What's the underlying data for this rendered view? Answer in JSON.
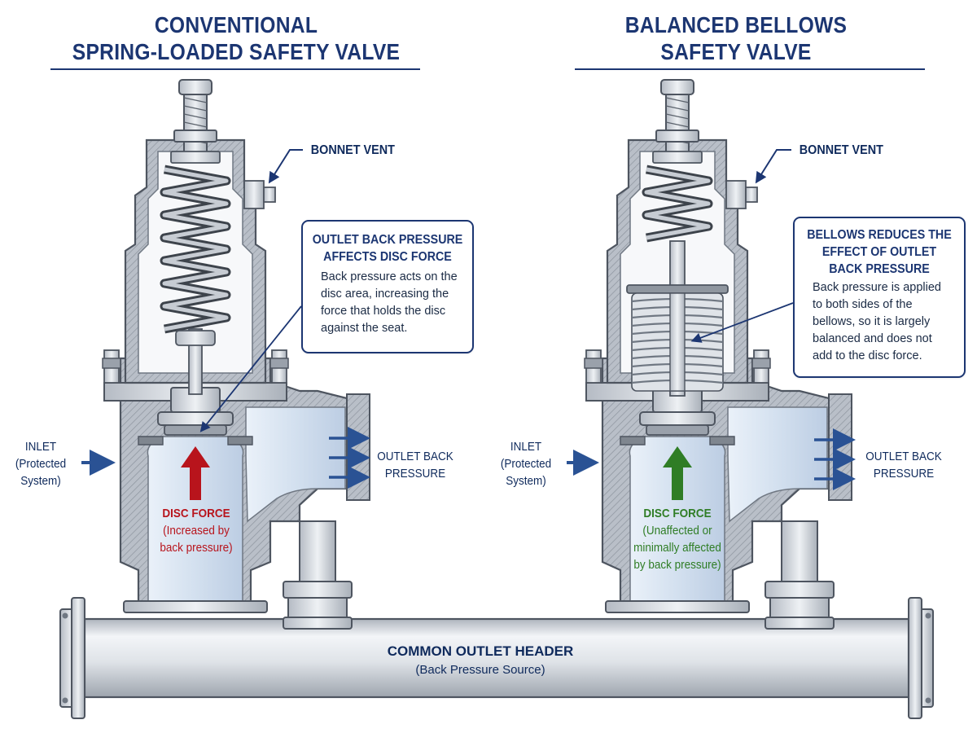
{
  "left_panel": {
    "title": [
      "CONVENTIONAL",
      "SPRING-LOADED SAFETY VALVE"
    ],
    "bonnet_vent": "BONNET VENT",
    "inlet": [
      "INLET",
      "(Protected",
      "System)"
    ],
    "outlet": [
      "OUTLET BACK",
      "PRESSURE"
    ],
    "callout": {
      "heading": [
        "OUTLET BACK PRESSURE",
        "AFFECTS DISC FORCE"
      ],
      "body": [
        "Back pressure acts on the",
        "disc area, increasing the",
        "force that holds the disc",
        "against the seat."
      ]
    },
    "disc_force": {
      "title": "DISC FORCE",
      "note": [
        "(Increased by",
        "back pressure)"
      ]
    }
  },
  "right_panel": {
    "title": [
      "BALANCED BELLOWS",
      "SAFETY VALVE"
    ],
    "bonnet_vent": "BONNET VENT",
    "inlet": [
      "INLET",
      "(Protected",
      "System)"
    ],
    "outlet": [
      "OUTLET BACK",
      "PRESSURE"
    ],
    "callout": {
      "heading": [
        "BELLOWS REDUCES THE",
        "EFFECT OF OUTLET",
        "BACK PRESSURE"
      ],
      "body": [
        "Back pressure is applied",
        "to both sides of the",
        "bellows, so it is largely",
        "balanced and does not",
        "add to the disc force."
      ]
    },
    "disc_force": {
      "title": "DISC FORCE",
      "note": [
        "(Unaffected or",
        "minimally affected",
        "by back pressure)"
      ]
    }
  },
  "header_pipe": {
    "title": "COMMON OUTLET HEADER",
    "subtitle": "(Back Pressure Source)"
  },
  "colors": {
    "title_navy": "#1c3672",
    "label_navy": "#0f2a5c",
    "arrow_blue": "#2a5294",
    "force_red": "#b8141c",
    "force_green": "#2f7d25",
    "metal": "#c9ced6",
    "metal_dark": "#4e5560",
    "fluid_blue": "#d7e3f1"
  }
}
